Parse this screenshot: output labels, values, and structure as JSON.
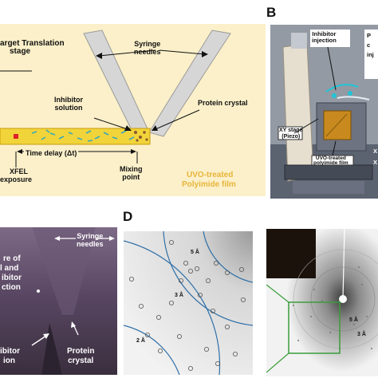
{
  "panel_a": {
    "title": "arget Translation stage",
    "title_lines": [
      "arget Translation",
      "stage"
    ],
    "syringe": [
      "Syringe",
      "needles"
    ],
    "inhibitor": [
      "Inhibitor",
      "solution"
    ],
    "crystal": "Protein crystal",
    "time_delay": "Time delay (Δt)",
    "xfel": [
      "XFEL",
      "exposure"
    ],
    "mixing": [
      "Mixing",
      "point"
    ],
    "film": [
      "UVO-treated",
      "Polyimide film"
    ],
    "colors": {
      "background": "#fbf0c9",
      "film": "#f1d43a",
      "film_text": "#e8b43a",
      "needle": "#d9d9d9"
    }
  },
  "panel_b": {
    "letter": "B",
    "inhibitor_injection": [
      "Inhibitor",
      "injection"
    ],
    "right_partial": [
      "P",
      "c",
      "inj"
    ],
    "xy_stage": [
      "XY stage",
      "(Piezo)"
    ],
    "film": [
      "UVO-treated",
      "polyimide film"
    ],
    "right_edge": [
      "X",
      "X"
    ]
  },
  "panel_c": {
    "syringe": [
      "Syringe",
      "needles"
    ],
    "left_text": [
      "re of",
      "l and",
      "ibitor",
      "ction"
    ],
    "inhibitor": [
      "ibitor",
      "ion"
    ],
    "crystal": [
      "Protein",
      "crystal"
    ]
  },
  "panel_d": {
    "letter": "D",
    "rings": [
      "5 Å",
      "3 Å",
      "2 Å"
    ],
    "overview_rings": [
      "5 Å",
      "3 Å"
    ]
  }
}
